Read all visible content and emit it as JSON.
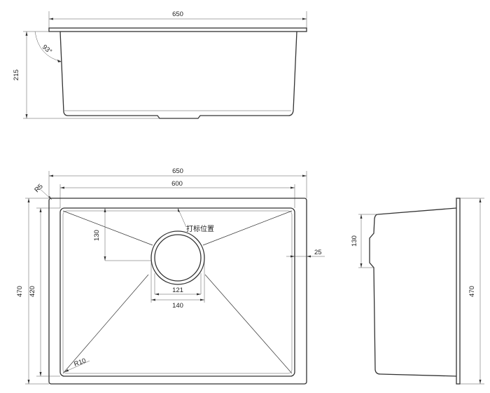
{
  "top_view": {
    "width_label": "650",
    "height_label": "215",
    "angle_label": "93°"
  },
  "plan_view": {
    "outer_width_label": "650",
    "inner_width_label": "600",
    "corner_radius_label": "R5",
    "drain_offset_label": "130",
    "tap_hole_note": "打标位置",
    "rim_label": "25",
    "drain_inner_label": "121",
    "drain_outer_label": "140",
    "outer_height_label": "470",
    "inner_height_label": "420",
    "bottom_radius_label": "R10"
  },
  "side_view": {
    "drain_offset_label": "130",
    "height_label": "470"
  }
}
